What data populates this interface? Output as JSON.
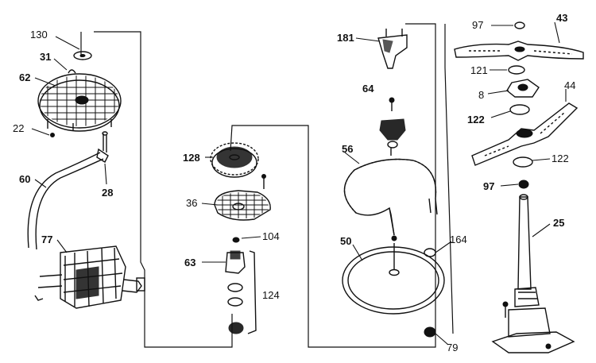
{
  "diagram": {
    "callouts": [
      {
        "id": "c130",
        "label": "130",
        "weight": "normal"
      },
      {
        "id": "c31",
        "label": "31",
        "weight": "bold"
      },
      {
        "id": "c62",
        "label": "62",
        "weight": "bold"
      },
      {
        "id": "c22",
        "label": "22",
        "weight": "normal"
      },
      {
        "id": "c60",
        "label": "60",
        "weight": "bold"
      },
      {
        "id": "c28",
        "label": "28",
        "weight": "bold"
      },
      {
        "id": "c77",
        "label": "77",
        "weight": "bold"
      },
      {
        "id": "c128",
        "label": "128",
        "weight": "bold"
      },
      {
        "id": "c36",
        "label": "36",
        "weight": "normal"
      },
      {
        "id": "c104",
        "label": "104",
        "weight": "normal"
      },
      {
        "id": "c63",
        "label": "63",
        "weight": "bold"
      },
      {
        "id": "c124",
        "label": "124",
        "weight": "normal"
      },
      {
        "id": "c181",
        "label": "181",
        "weight": "bold"
      },
      {
        "id": "c64",
        "label": "64",
        "weight": "bold"
      },
      {
        "id": "c56",
        "label": "56",
        "weight": "bold"
      },
      {
        "id": "c50",
        "label": "50",
        "weight": "bold"
      },
      {
        "id": "c164",
        "label": "164",
        "weight": "normal"
      },
      {
        "id": "c79",
        "label": "79",
        "weight": "normal"
      },
      {
        "id": "c97a",
        "label": "97",
        "weight": "normal"
      },
      {
        "id": "c43",
        "label": "43",
        "weight": "bold"
      },
      {
        "id": "c121",
        "label": "121",
        "weight": "normal"
      },
      {
        "id": "c8",
        "label": "8",
        "weight": "normal"
      },
      {
        "id": "c122a",
        "label": "122",
        "weight": "bold"
      },
      {
        "id": "c44",
        "label": "44",
        "weight": "normal"
      },
      {
        "id": "c122b",
        "label": "122",
        "weight": "normal"
      },
      {
        "id": "c97b",
        "label": "97",
        "weight": "bold"
      },
      {
        "id": "c25",
        "label": "25",
        "weight": "bold"
      }
    ],
    "colors": {
      "ink": "#111111",
      "background": "#ffffff"
    }
  }
}
